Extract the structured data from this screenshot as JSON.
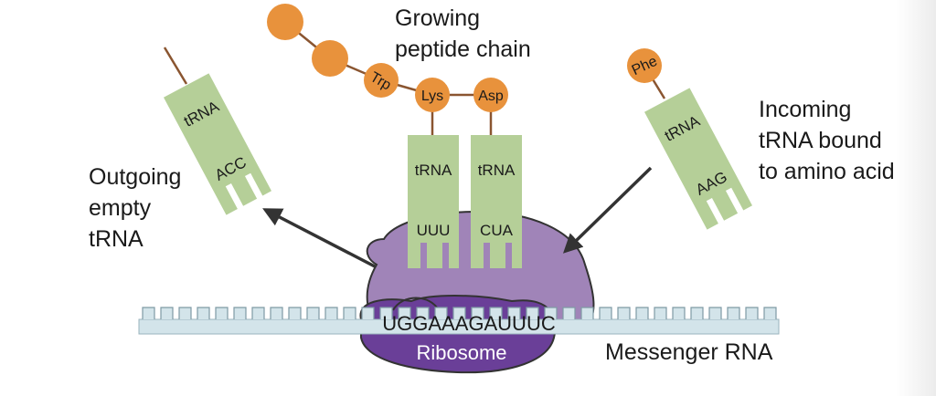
{
  "labels": {
    "growing_line1": "Growing",
    "growing_line2": "peptide chain",
    "outgoing_line1": "Outgoing",
    "outgoing_line2": "empty",
    "outgoing_line3": "tRNA",
    "incoming_line1": "Incoming",
    "incoming_line2": "tRNA bound",
    "incoming_line3": "to amino acid",
    "ribosome": "Ribosome",
    "messenger_rna": "Messenger RNA",
    "mrna_sequence": "UGGAAAGAUUUC"
  },
  "peptide_chain": [
    "",
    "",
    "Trp",
    "Lys",
    "Asp"
  ],
  "trnas": {
    "outgoing": {
      "name": "tRNA",
      "anticodon": "ACC"
    },
    "p_site": {
      "name": "tRNA",
      "anticodon": "UUU"
    },
    "a_site": {
      "name": "tRNA",
      "anticodon": "CUA"
    },
    "incoming": {
      "name": "tRNA",
      "anticodon": "AAG",
      "amino_acid": "Phe"
    }
  },
  "colors": {
    "amino_acid": "#e8923c",
    "trna": "#b5cf98",
    "ribosome_light": "#a084b8",
    "ribosome_dark": "#6a3f98",
    "mrna": "#d3e4ea",
    "bond": "#8a5530",
    "arrow": "#333333"
  }
}
